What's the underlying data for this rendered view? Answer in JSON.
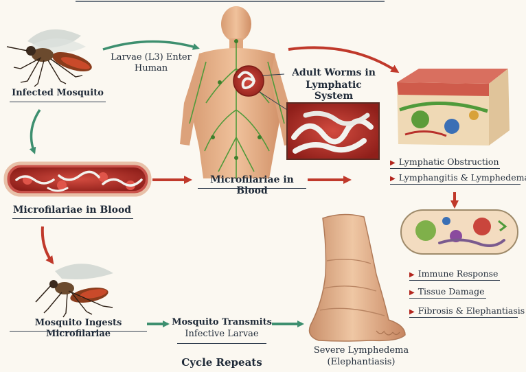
{
  "labels": {
    "infected_mosquito": "Infected Mosquito",
    "larvae_enter_line1": "Larvae (L3) Enter",
    "larvae_enter_line2": "Human",
    "adult_worms_line1": "Adult Worms in",
    "adult_worms_line2": "Lymphatic System",
    "microfilariae_left": "Microfilariae in Blood",
    "microfilariae_center": "Microfilariae in Blood",
    "mosquito_ingests": "Mosquito Ingests Microfilariae",
    "transmits_line1": "Mosquito Transmits",
    "transmits_line2": "Infective Larvae",
    "cycle_repeats": "Cycle Repeats",
    "severe_line1": "Severe Lymphedema",
    "severe_line2": "(Elephantiasis)"
  },
  "effects_top": [
    "Lymphatic Obstruction",
    "Lymphangitis & Lymphedema"
  ],
  "effects_bottom": [
    "Immune Response",
    "Tissue Damage",
    "Fibrosis & Elephantiasis"
  ],
  "colors": {
    "green_arrow": "#3d8f6f",
    "red_arrow": "#c0392b",
    "skin": "#e8b48a",
    "blood": "#b8302b",
    "worm": "#f2f2ee",
    "vessel_green": "#4f9a3a"
  }
}
